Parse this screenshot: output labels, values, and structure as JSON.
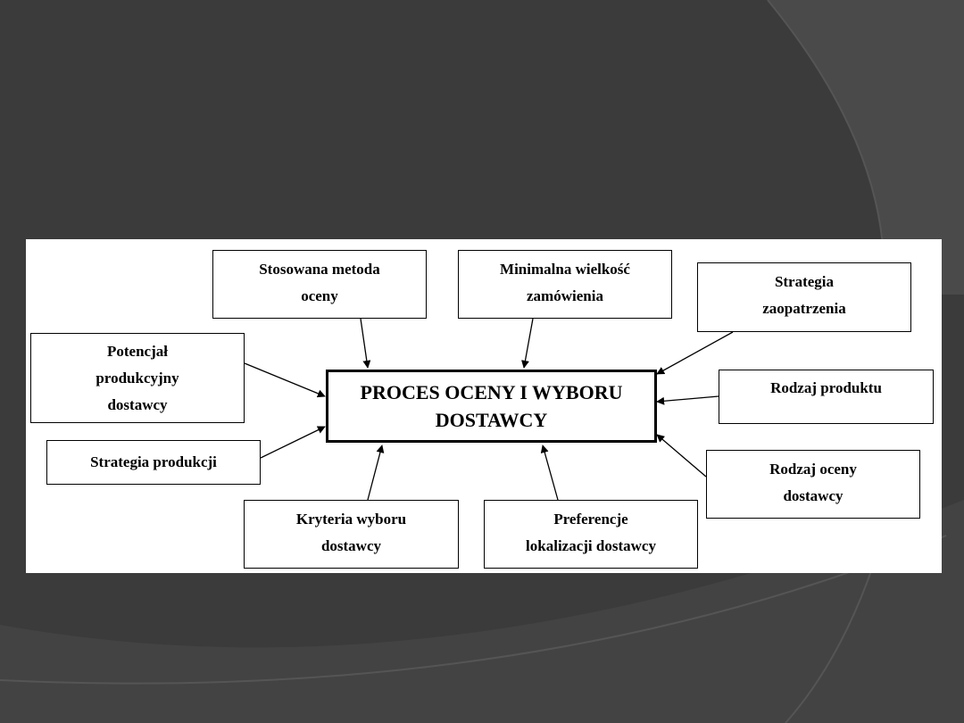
{
  "diagram": {
    "center": "PROCES OCENY I WYBORU\nDOSTAWCY",
    "factors": {
      "stosowana_metoda": "Stosowana metoda\noceny",
      "minimalna_wielkosc": "Minimalna  wielkość\nzamówienia",
      "strategia_zaopatrzenia": "Strategia\nzaopatrzenia",
      "potencjal": "Potencjał\nprodukcyjny\ndostawcy",
      "rodzaj_produktu": "Rodzaj produktu",
      "strategia_produkcji": "Strategia produkcji",
      "rodzaj_oceny": "Rodzaj oceny\ndostawcy",
      "kryteria_wyboru": "Kryteria wyboru\ndostawcy",
      "preferencje_lokalizacji": "Preferencje\nlokalizacji dostawcy"
    }
  },
  "colors": {
    "background": "#3d3d3d",
    "panel": "#ffffff",
    "stroke": "#000000"
  }
}
